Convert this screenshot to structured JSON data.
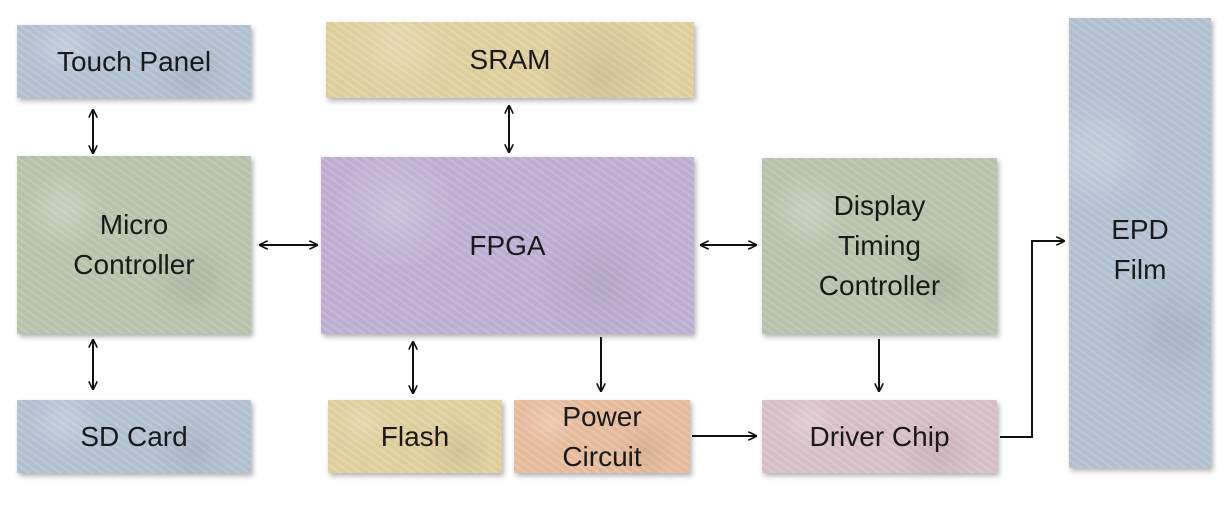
{
  "blocks": {
    "touch_panel": {
      "label": "Touch Panel",
      "color": "#b7c5d6"
    },
    "sram": {
      "label": "SRAM",
      "color": "#e4d3a1"
    },
    "micro_controller": {
      "label": "Micro\nController",
      "color": "#bcc8b1"
    },
    "fpga": {
      "label": "FPGA",
      "color": "#c2b4d8"
    },
    "display_timing_controller": {
      "label": "Display\nTiming\nController",
      "color": "#bcc8b1"
    },
    "epd_film": {
      "label": "EPD\nFilm",
      "color": "#b7c5d6"
    },
    "sd_card": {
      "label": "SD Card",
      "color": "#b7c5d6"
    },
    "flash": {
      "label": "Flash",
      "color": "#e4d3a1"
    },
    "power_circuit": {
      "label": "Power\nCircuit",
      "color": "#ebc0a2"
    },
    "driver_chip": {
      "label": "Driver Chip",
      "color": "#dcc3cc"
    }
  },
  "connections": [
    {
      "from": "touch_panel",
      "to": "micro_controller",
      "direction": "bidirectional"
    },
    {
      "from": "micro_controller",
      "to": "sd_card",
      "direction": "bidirectional"
    },
    {
      "from": "micro_controller",
      "to": "fpga",
      "direction": "bidirectional"
    },
    {
      "from": "sram",
      "to": "fpga",
      "direction": "bidirectional"
    },
    {
      "from": "fpga",
      "to": "display_timing_controller",
      "direction": "bidirectional"
    },
    {
      "from": "fpga",
      "to": "flash",
      "direction": "bidirectional"
    },
    {
      "from": "fpga",
      "to": "power_circuit",
      "direction": "forward"
    },
    {
      "from": "display_timing_controller",
      "to": "driver_chip",
      "direction": "forward"
    },
    {
      "from": "power_circuit",
      "to": "driver_chip",
      "direction": "forward"
    },
    {
      "from": "driver_chip",
      "to": "epd_film",
      "direction": "forward"
    }
  ]
}
